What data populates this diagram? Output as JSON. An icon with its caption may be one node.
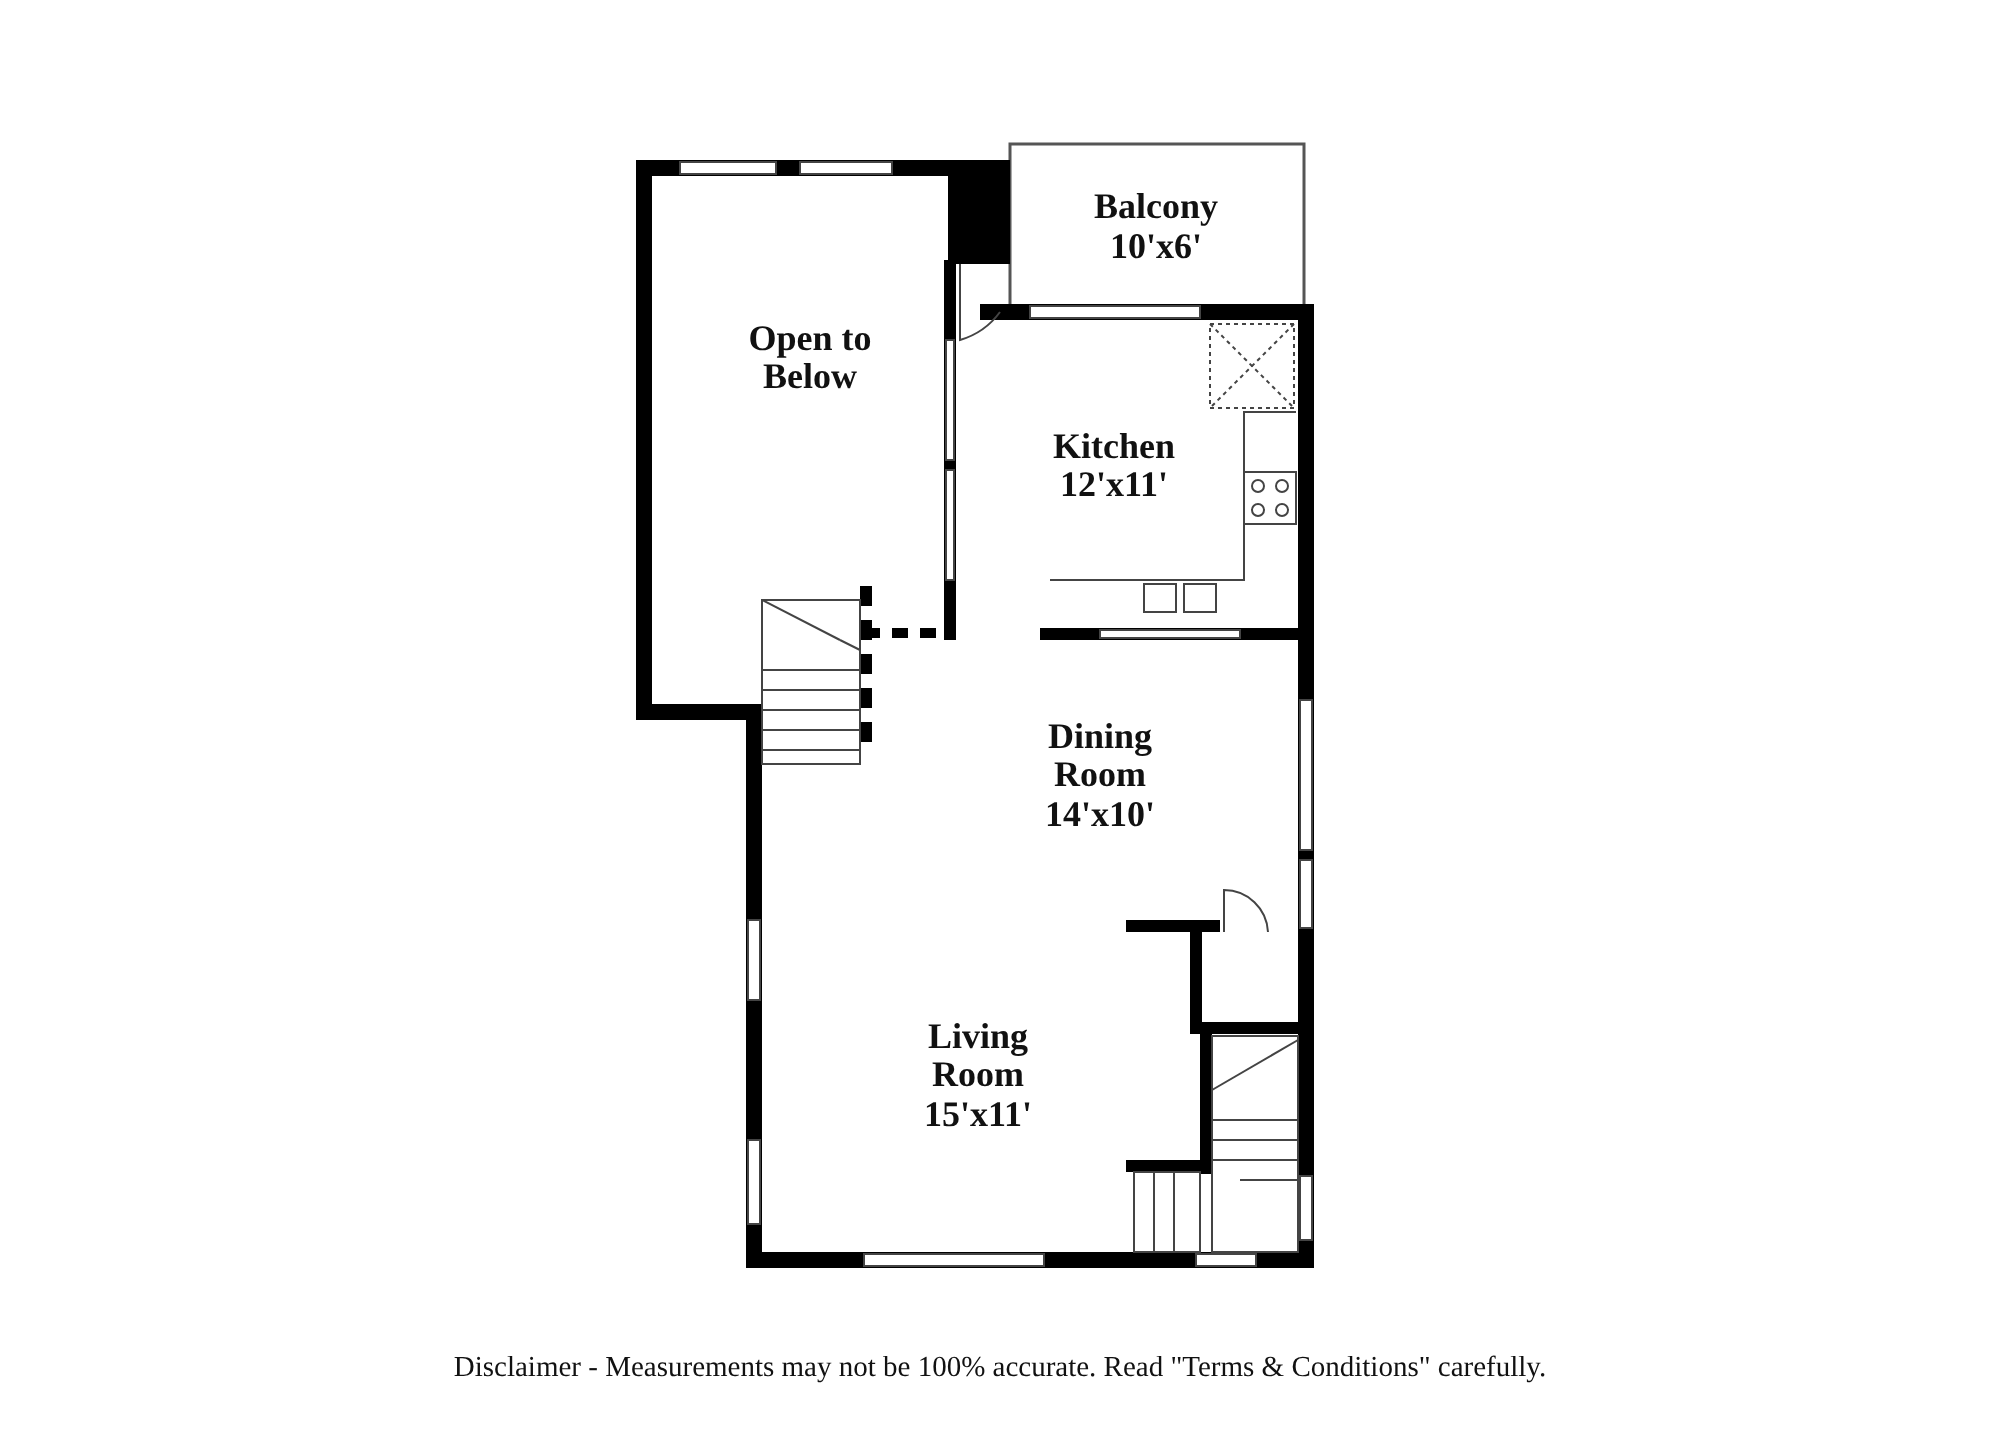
{
  "diagram": {
    "caption": "Disclaimer - Measurements may not be 100% accurate. Read \"Terms & Conditions\" carefully.",
    "labels": [
      "Open to Below",
      "Balcony",
      "10'x6'",
      "Kitchen",
      "12'x11'",
      "Dining Room",
      "14'x10'",
      "Living Room",
      "15'x11'"
    ]
  }
}
